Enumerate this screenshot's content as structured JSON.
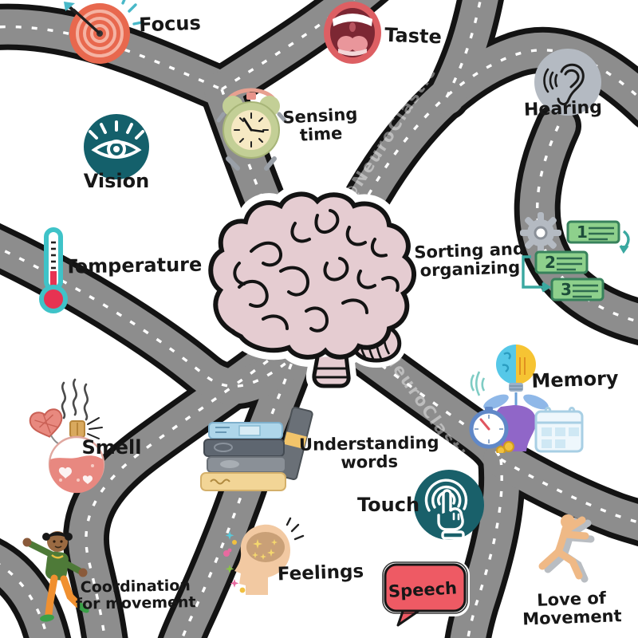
{
  "image_type": "illustrated roadmap diagram",
  "subject": "brain at a junction of roads leading to sensory and cognitive functions",
  "watermarks": [
    {
      "text": "@NeuroClastic"
    },
    {
      "text": "@NeuroClastic"
    }
  ],
  "center": {
    "icon": "brain-icon"
  },
  "nodes": [
    {
      "id": "focus",
      "label": "Focus",
      "icon": "target-icon"
    },
    {
      "id": "taste",
      "label": "Taste",
      "icon": "mouth-icon"
    },
    {
      "id": "hearing",
      "label": "Hearing",
      "icon": "ear-icon"
    },
    {
      "id": "sensing-time",
      "label": "Sensing\ntime",
      "icon": "alarm-clock-icon"
    },
    {
      "id": "vision",
      "label": "Vision",
      "icon": "eye-icon"
    },
    {
      "id": "temperature",
      "label": "Temperature",
      "icon": "thermometer-icon"
    },
    {
      "id": "sorting-organizing",
      "label": "Sorting and\norganizing",
      "icon": "gear-checklist-icon",
      "steps": [
        "1",
        "2",
        "3"
      ]
    },
    {
      "id": "memory",
      "label": "Memory",
      "icon": "brain-bulb-head-icon"
    },
    {
      "id": "smell",
      "label": "Smell",
      "icon": "perfume-bottle-icon"
    },
    {
      "id": "understanding-words",
      "label": "Understanding\nwords",
      "icon": "books-icon"
    },
    {
      "id": "touch",
      "label": "Touch",
      "icon": "tap-hand-icon"
    },
    {
      "id": "feelings",
      "label": "Feelings",
      "icon": "head-sparkles-icon"
    },
    {
      "id": "speech",
      "label": "Speech",
      "icon": "speech-bubble-icon"
    },
    {
      "id": "coordination",
      "label": "Coordination\nfor movement",
      "icon": "dancing-child-icon"
    },
    {
      "id": "love-of-movement",
      "label": "Love of\nMovement",
      "icon": "jumping-figure-icon"
    }
  ],
  "colors": {
    "background": "#ffffff",
    "road": "#8d8d8d",
    "road_border": "#131313",
    "road_dash": "#ffffff",
    "brain_fill": "#e5ccd1",
    "teal_badge": "#14606b",
    "target_orange": "#e8684e",
    "clock_green": "#c3cf96",
    "speech_red": "#ee5a64",
    "box_green": "#8ed08c",
    "thermometer_teal": "#3fc3c8",
    "thermometer_red": "#e73352"
  }
}
